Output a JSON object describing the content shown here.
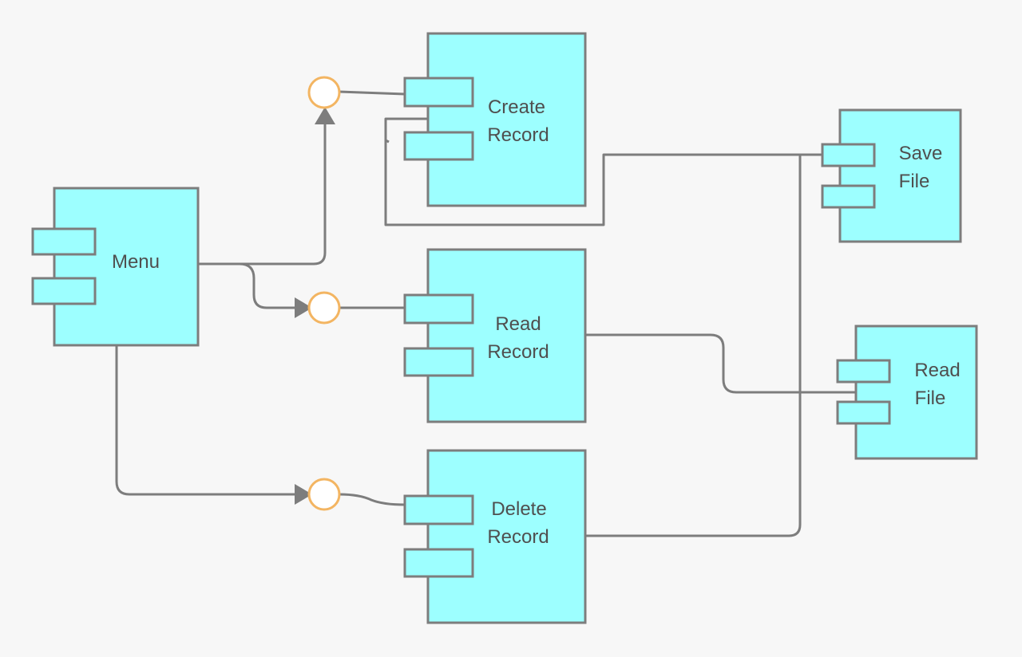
{
  "diagram": {
    "type": "uml-component-diagram",
    "colors": {
      "component_fill": "#9dffff",
      "component_stroke": "#7d7d7d",
      "connector": "#7d7d7d",
      "interface_stroke": "#f3b562",
      "interface_fill": "#ffffff",
      "background": "#f7f7f7",
      "text": "#4f4f4f"
    },
    "components": {
      "menu": {
        "lines": [
          "Menu"
        ]
      },
      "create_record": {
        "lines": [
          "Create",
          "Record"
        ]
      },
      "read_record": {
        "lines": [
          "Read",
          "Record"
        ]
      },
      "delete_record": {
        "lines": [
          "Delete",
          "Record"
        ]
      },
      "save_file": {
        "lines": [
          "Save",
          "File"
        ]
      },
      "read_file": {
        "lines": [
          "Read",
          "File"
        ]
      }
    },
    "connections": [
      {
        "from": "menu",
        "to": "create_record",
        "via": "provided-interface"
      },
      {
        "from": "menu",
        "to": "read_record",
        "via": "provided-interface"
      },
      {
        "from": "menu",
        "to": "delete_record",
        "via": "provided-interface"
      },
      {
        "from": "create_record",
        "to": "save_file"
      },
      {
        "from": "read_record",
        "to": "read_file"
      },
      {
        "from": "delete_record",
        "to": "save_file"
      }
    ]
  }
}
